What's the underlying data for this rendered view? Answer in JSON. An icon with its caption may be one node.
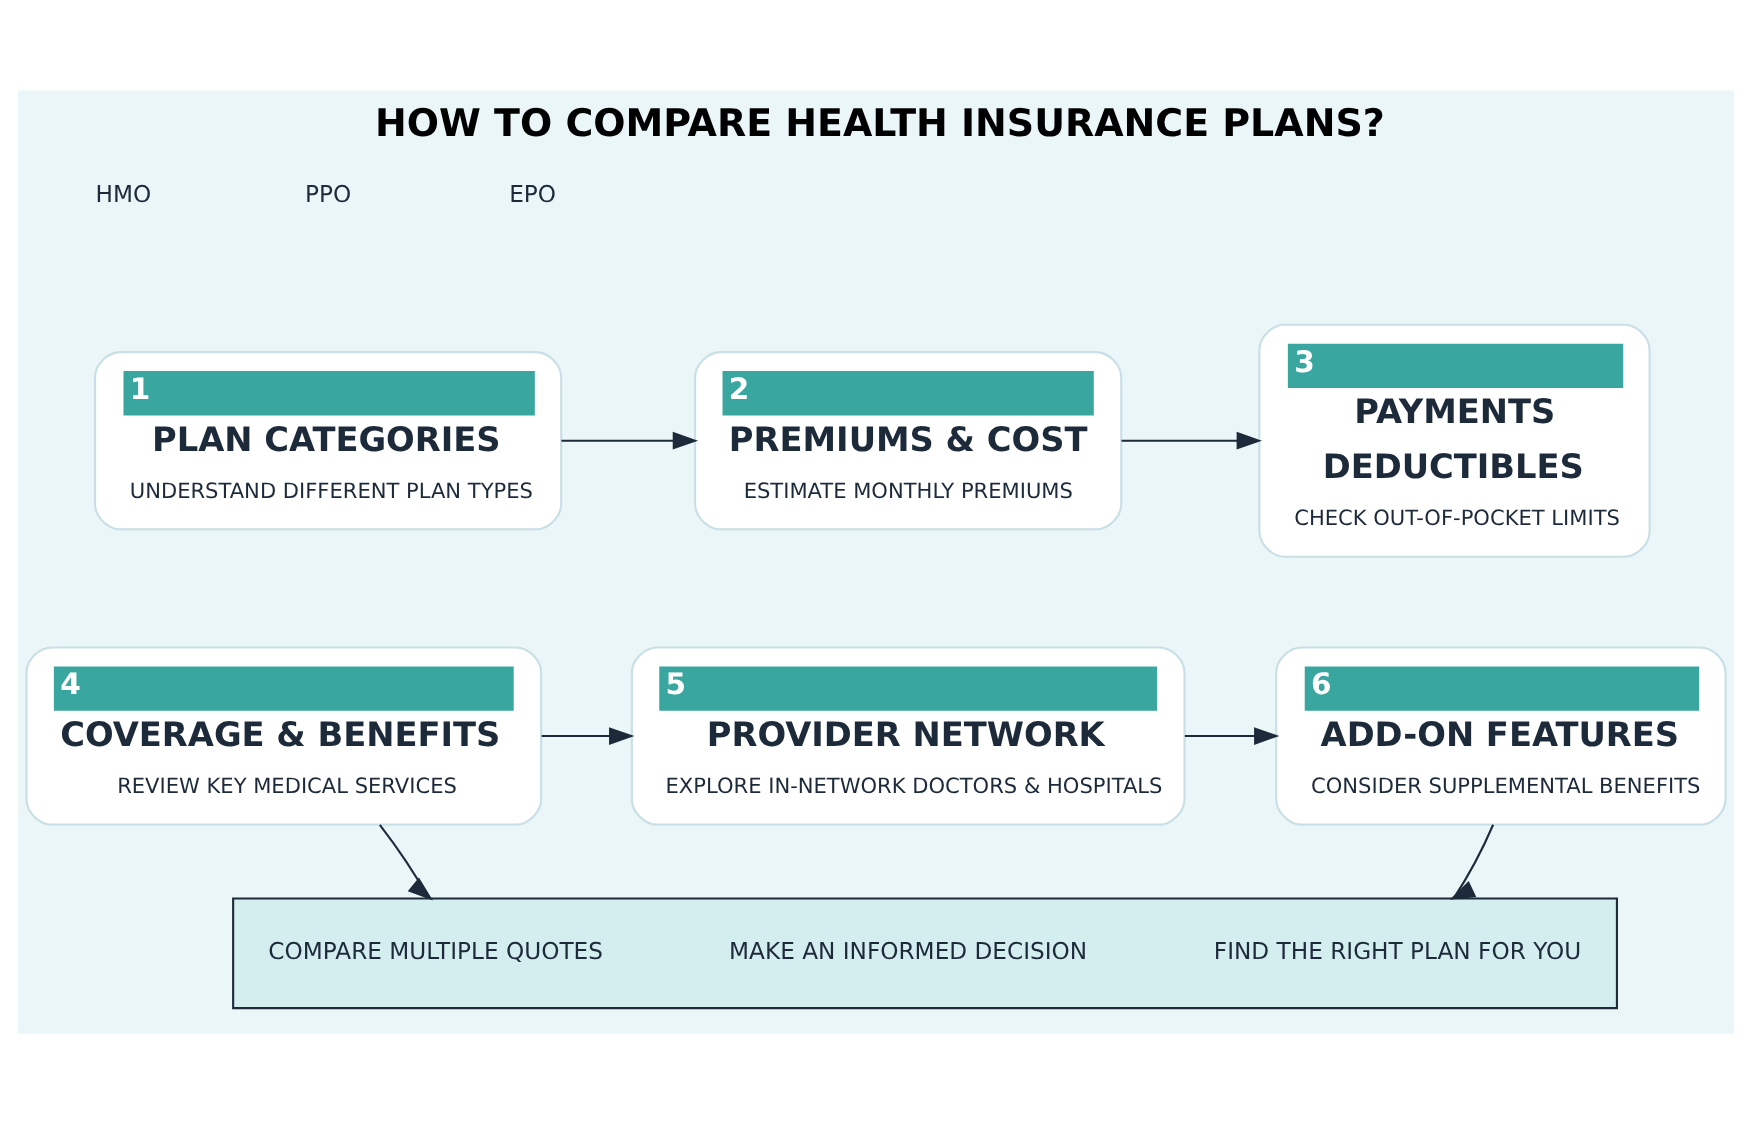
{
  "diagram": {
    "title": "HOW TO COMPARE HEALTH INSURANCE PLANS?",
    "nodes": [
      {
        "text": [
          "1",
          "PLAN CATEGORIES",
          "UNDERSTAND DIFFERENT PLAN TYPES"
        ]
      },
      {
        "text": [
          "2",
          "PREMIUMS & COST",
          "ESTIMATE MONTHLY PREMIUMS"
        ]
      },
      {
        "text": [
          "3",
          "PAYMENTS",
          "DEDUCTIBLES",
          "CHECK OUT-OF-POCKET LIMITS"
        ]
      },
      {
        "text": [
          "4",
          "COVERAGE & BENEFITS",
          "REVIEW KEY MEDICAL SERVICES"
        ]
      },
      {
        "text": [
          "5",
          "PROVIDER NETWORK",
          "EXPLORE IN-NETWORK DOCTORS & HOSPITALS"
        ]
      },
      {
        "text": [
          "6",
          "ADD-ON FEATURES",
          "CONSIDER SUPPLEMENTAL BENEFITS"
        ]
      },
      {
        "text": [],
        "shape": "box"
      },
      {
        "text": [
          "COMPARE MULTIPLE QUOTES"
        ],
        "in": 6
      },
      {
        "text": [
          "MAKE AN INFORMED DECISION"
        ],
        "in": 6
      },
      {
        "text": [
          "FIND THE RIGHT PLAN FOR YOU"
        ],
        "in": 6
      }
    ],
    "edges": [
      {
        "from": 0,
        "to": 1,
        "arrow": "to"
      },
      {
        "from": 1,
        "to": 2,
        "arrow": "to"
      },
      {
        "from": 3,
        "to": 4,
        "arrow": "to"
      },
      {
        "from": 4,
        "to": 5,
        "arrow": "to"
      },
      {
        "from": 3,
        "to": 6,
        "arrow": "to"
      },
      {
        "from": 5,
        "to": 6,
        "arrow": "to"
      }
    ],
    "labels": [
      "HMO",
      "PPO",
      "EPO"
    ]
  }
}
